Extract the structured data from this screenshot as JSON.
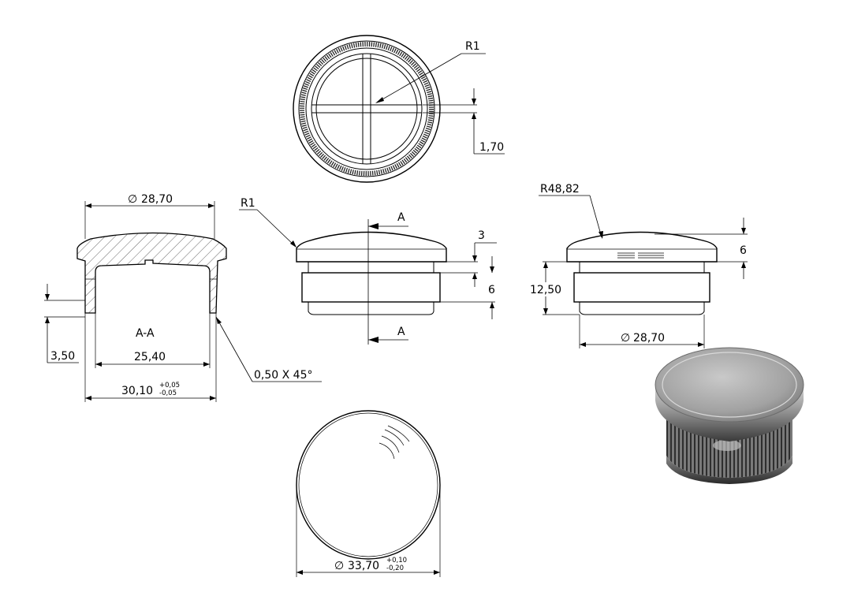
{
  "top_view": {
    "radius_label": "R1",
    "rib_width_label": "1,70"
  },
  "section_view": {
    "section_label": "A-A",
    "head_diameter_label": "28,70",
    "groove_depth_label": "3,50",
    "inner_diameter_label": "25,40",
    "outer_diameter_label": "30,10",
    "outer_tol_upper": "+0,05",
    "outer_tol_lower": "-0,05",
    "chamfer_label": "0,50 X 45°"
  },
  "front_view": {
    "radius_label": "R1",
    "cut_label_top": "A",
    "cut_label_bottom": "A",
    "head_height_label": "3",
    "knurl_height_label": "6"
  },
  "side_view": {
    "dome_radius_label": "R48,82",
    "head_height_label": "6",
    "total_height_label": "12,50",
    "body_diameter_label": "28,70"
  },
  "bottom_view": {
    "diameter_label": "33,70",
    "tol_upper": "+0,10",
    "tol_lower": "-0,20"
  },
  "symbols": {
    "diameter": "∅"
  }
}
